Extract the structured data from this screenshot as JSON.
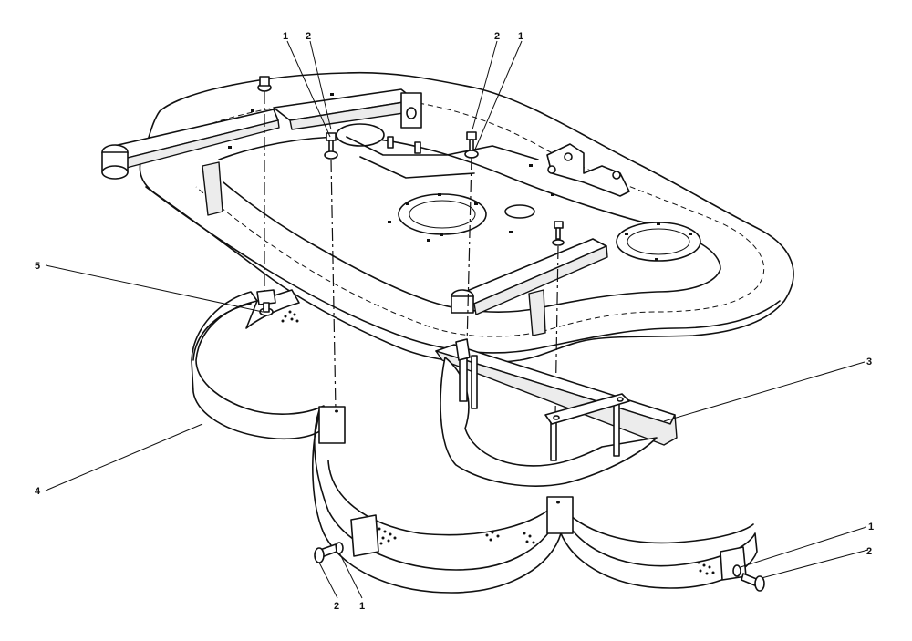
{
  "callouts": [
    {
      "id": "c-1-top-left",
      "text": "1"
    },
    {
      "id": "c-2-top-left",
      "text": "2"
    },
    {
      "id": "c-2-top-right",
      "text": "2"
    },
    {
      "id": "c-1-top-right",
      "text": "1"
    },
    {
      "id": "c-5",
      "text": "5"
    },
    {
      "id": "c-3",
      "text": "3"
    },
    {
      "id": "c-4",
      "text": "4"
    },
    {
      "id": "c-1-bottom-right",
      "text": "1"
    },
    {
      "id": "c-2-bottom-right",
      "text": "2"
    },
    {
      "id": "c-2-bottom-left",
      "text": "2"
    },
    {
      "id": "c-1-bottom-left",
      "text": "1"
    }
  ]
}
